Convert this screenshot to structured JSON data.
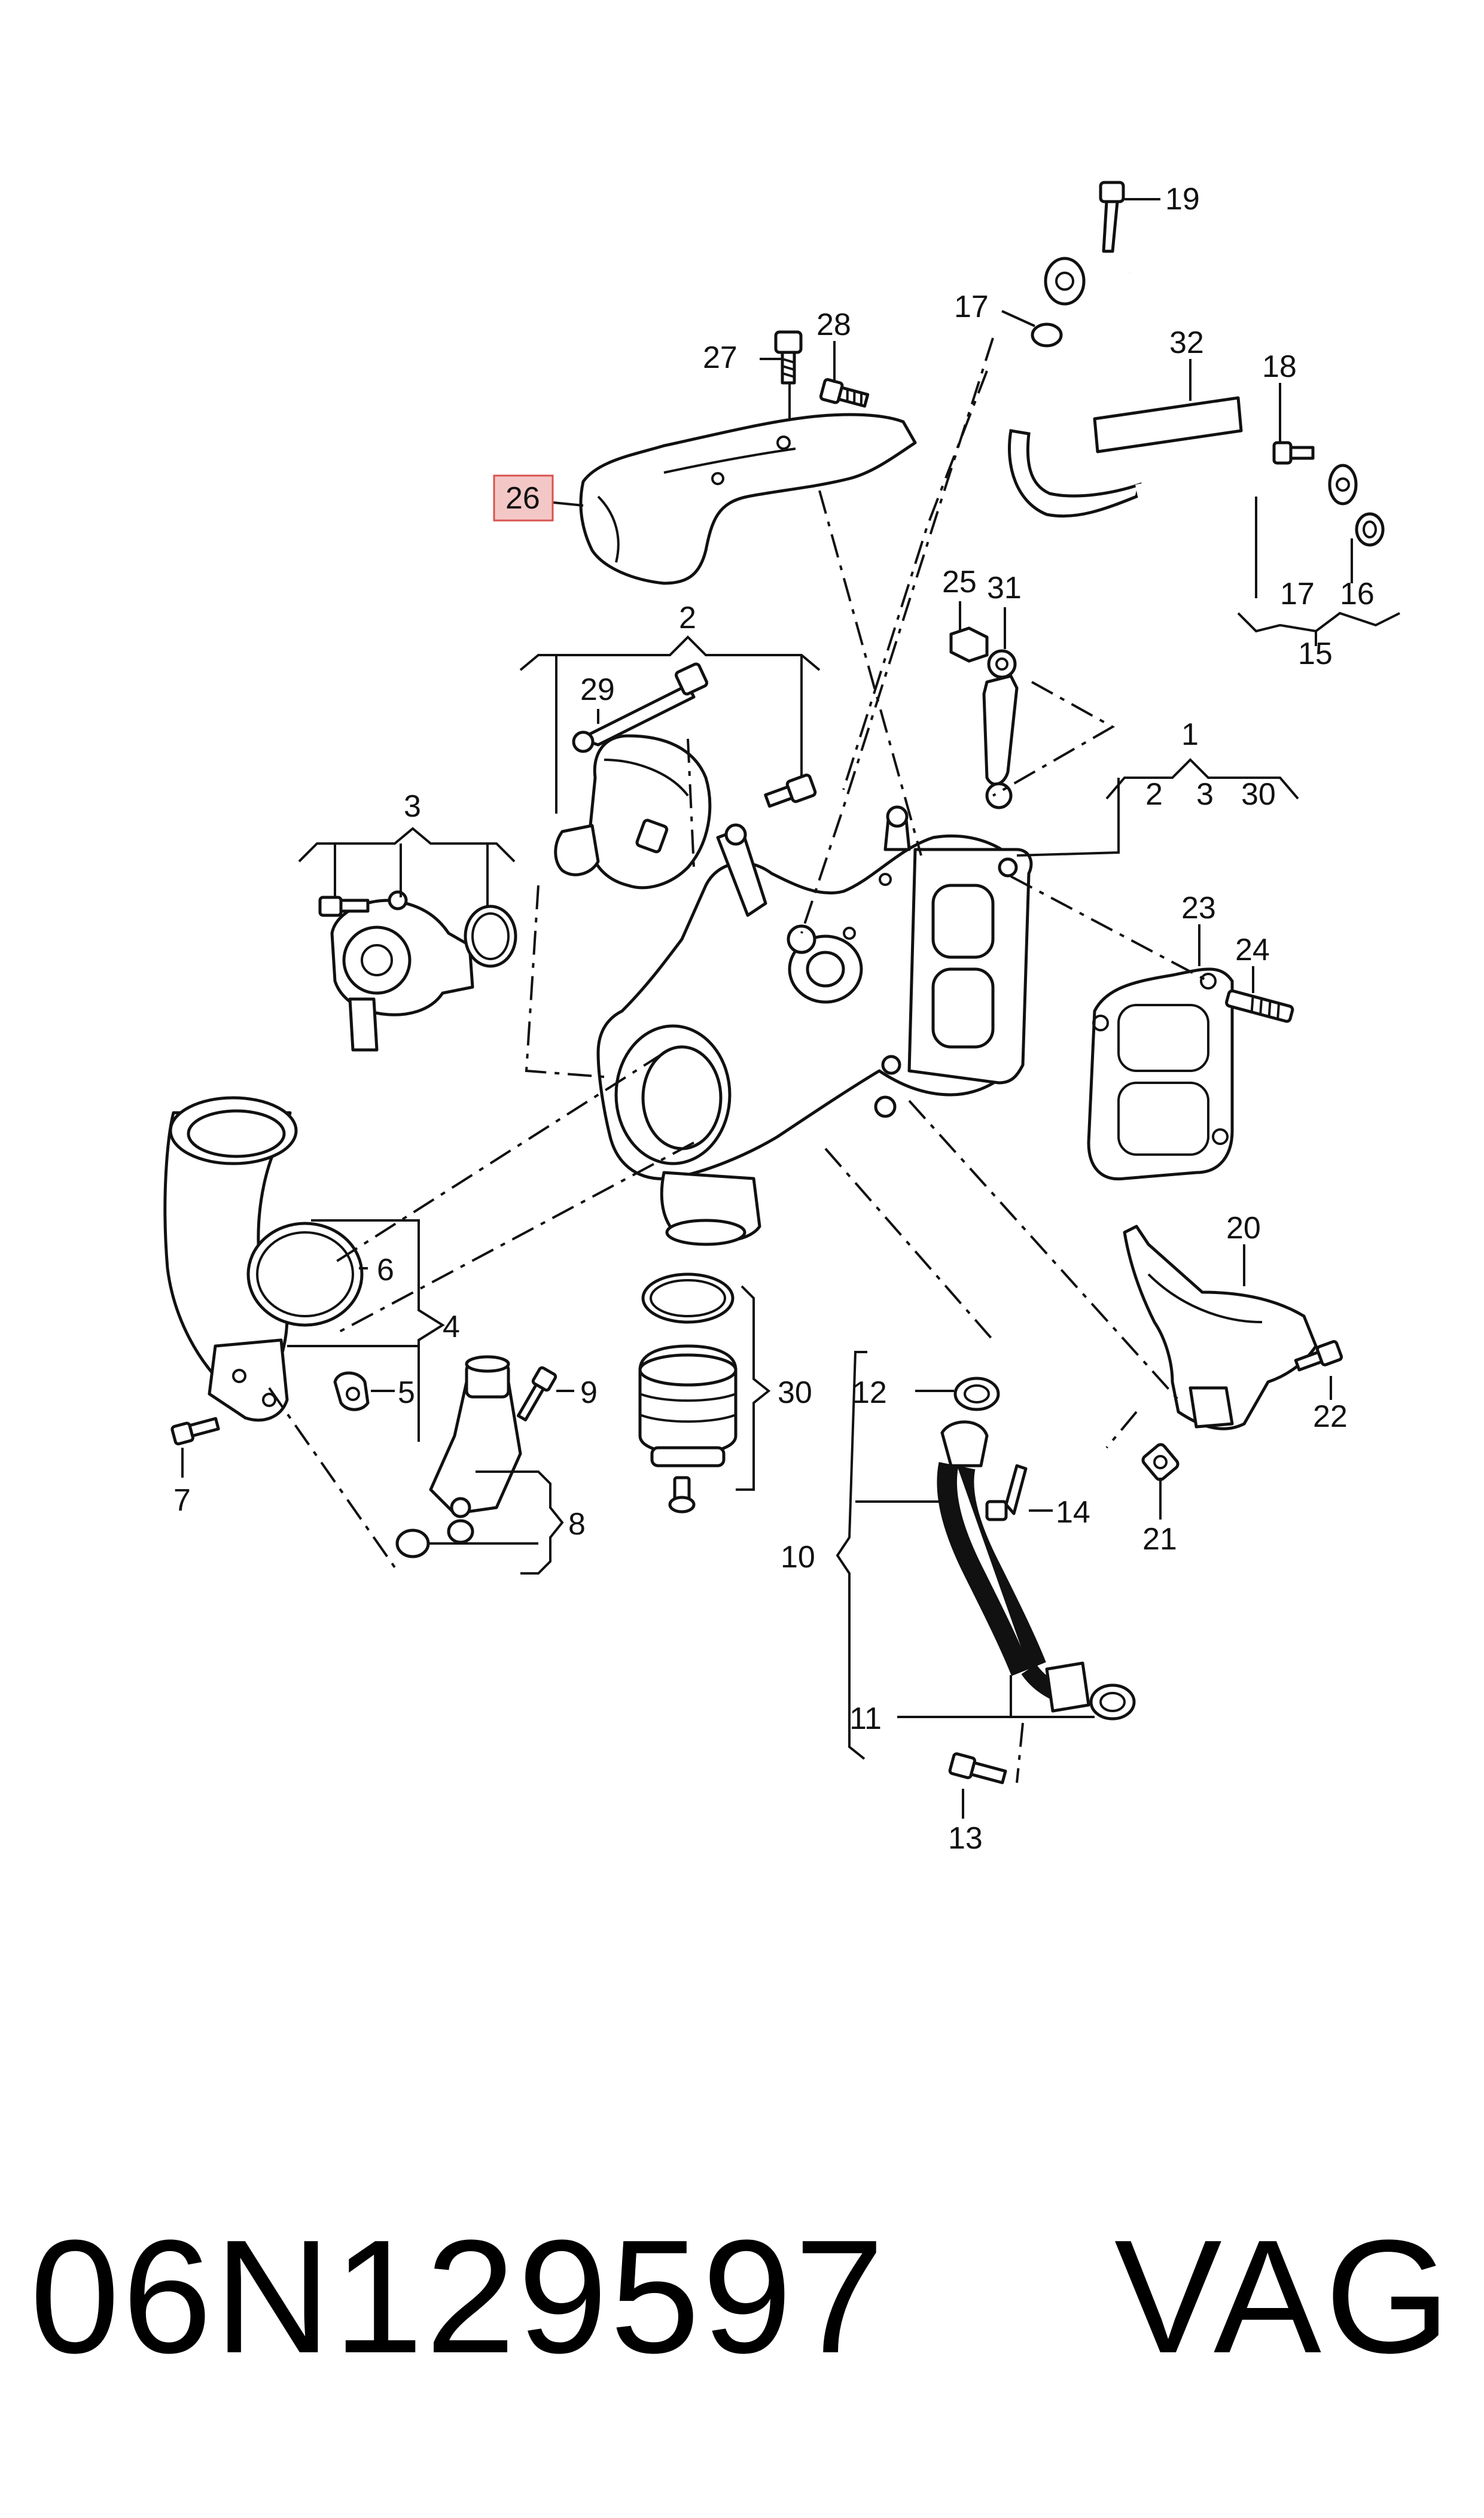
{
  "diagram": {
    "highlight_color": "#f4c7c7",
    "highlight_border": "#d9534f",
    "callouts": {
      "c1": "1",
      "c2": "2",
      "c2b": "2",
      "c3": "3",
      "c3b": "3",
      "c4": "4",
      "c5": "5",
      "c6": "6",
      "c7": "7",
      "c8": "8",
      "c9": "9",
      "c10": "10",
      "c11": "11",
      "c12": "12",
      "c13": "13",
      "c14": "14",
      "c15": "15",
      "c16": "16",
      "c17": "17",
      "c17b": "17",
      "c18": "18",
      "c19": "19",
      "c20": "20",
      "c21": "21",
      "c22": "22",
      "c23": "23",
      "c24": "24",
      "c25": "25",
      "c26": "26",
      "c27": "27",
      "c28": "28",
      "c29": "29",
      "c30": "30",
      "c30b": "30",
      "c31": "31",
      "c32": "32"
    }
  },
  "footer": {
    "part_number": "06N129597",
    "brand": "VAG"
  }
}
